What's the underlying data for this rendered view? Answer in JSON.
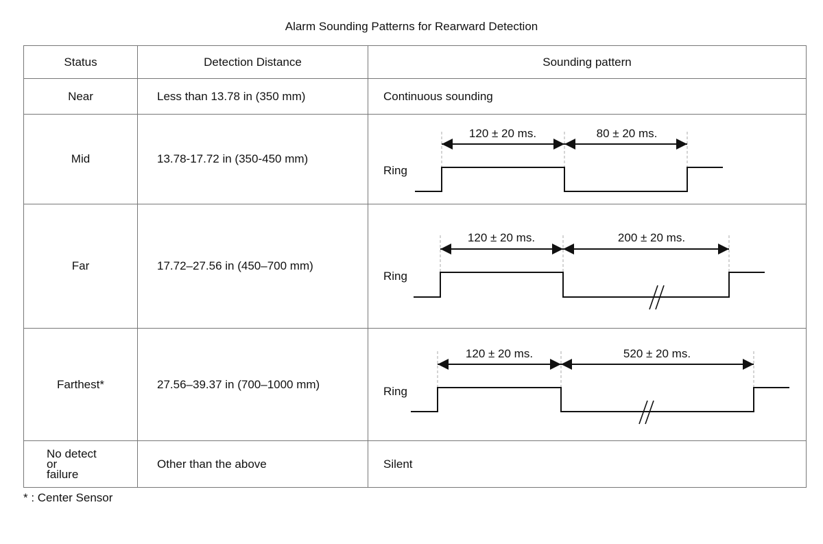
{
  "title": "Alarm Sounding Patterns for Rearward Detection",
  "headers": [
    "Status",
    "Detection Distance",
    "Sounding pattern"
  ],
  "rows": [
    {
      "status": "Near",
      "distance": "Less than 13.78 in (350 mm)",
      "pattern": "Continuous sounding"
    },
    {
      "status": "Mid",
      "distance": "13.78-17.72 in (350-450 mm)",
      "ring_label": "Ring",
      "on_duration": "120 ± 20 ms.",
      "off_duration": "80 ± 20 ms."
    },
    {
      "status": "Far",
      "distance": "17.72–27.56 in (450–700 mm)",
      "ring_label": "Ring",
      "on_duration": "120 ± 20 ms.",
      "off_duration": "200 ± 20 ms."
    },
    {
      "status": "Farthest*",
      "distance": "27.56–39.37 in (700–1000 mm)",
      "ring_label": "Ring",
      "on_duration": "120 ± 20 ms.",
      "off_duration": "520 ± 20 ms."
    },
    {
      "status_lines": [
        "No detect",
        "or",
        "failure"
      ],
      "distance": "Other than the above",
      "pattern": "Silent"
    }
  ],
  "footnote": "* : Center Sensor"
}
